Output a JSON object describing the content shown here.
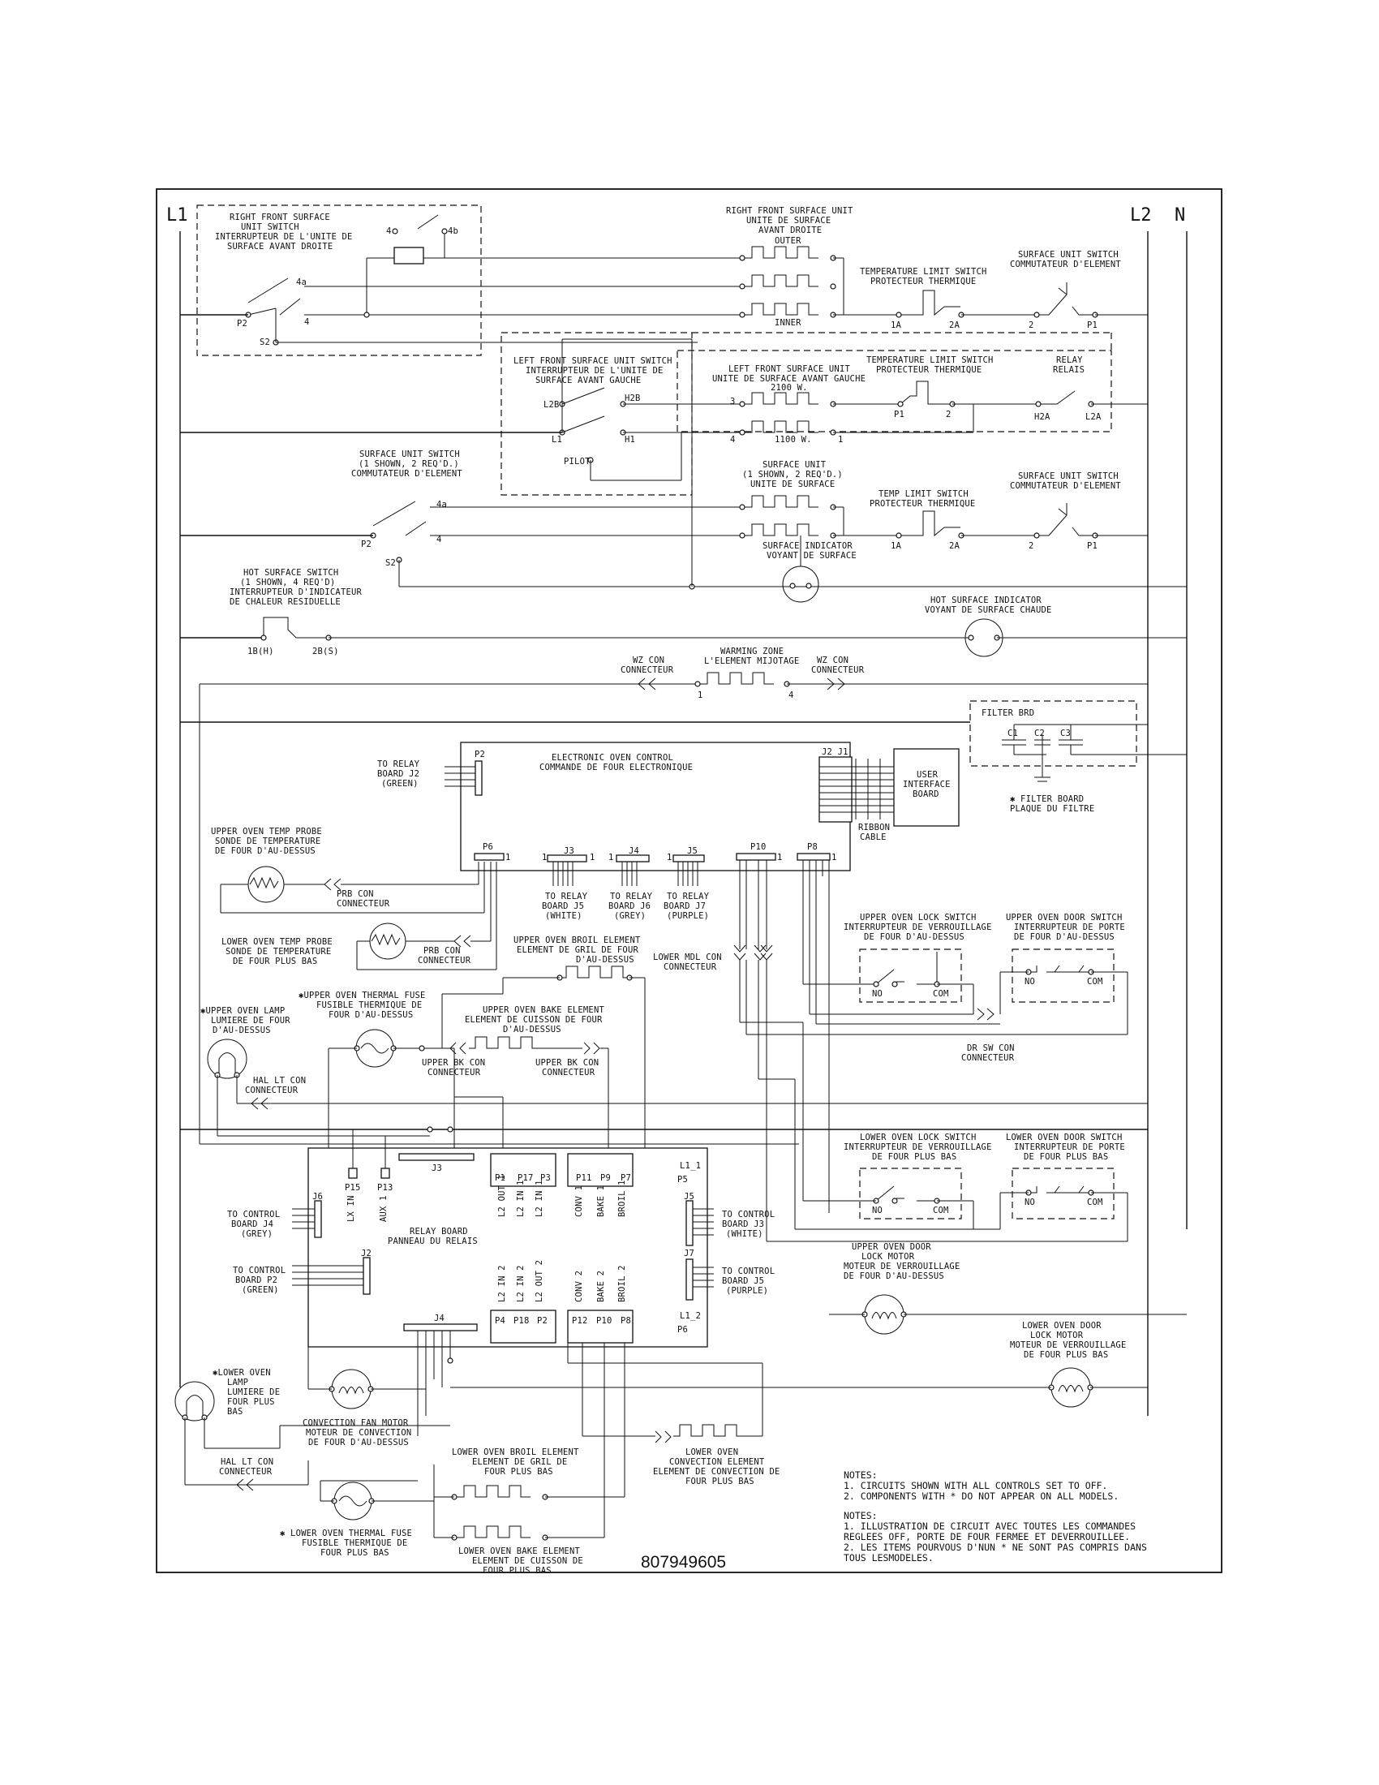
{
  "rails": {
    "l1": "L1",
    "l2": "L2",
    "n": "N"
  },
  "labels": {
    "rf_switch": [
      "RIGHT FRONT SURFACE",
      "UNIT SWITCH",
      "INTERRUPTEUR DE L'UNITE DE",
      "SURFACE AVANT DROITE"
    ],
    "rf_unit": [
      "RIGHT FRONT SURFACE UNIT",
      "UNITE DE SURFACE",
      "AVANT DROITE"
    ],
    "outer": "OUTER",
    "inner": "INNER",
    "temp_limit_1": [
      "TEMPERATURE LIMIT SWITCH",
      "PROTECTEUR THERMIQUE"
    ],
    "surf_switch_1": [
      "SURFACE UNIT SWITCH",
      "COMMUTATEUR D'ELEMENT"
    ],
    "lf_switch": [
      "LEFT FRONT SURFACE UNIT SWITCH",
      "INTERRUPTEUR DE L'UNITE DE",
      "SURFACE AVANT GAUCHE"
    ],
    "lf_unit": [
      "LEFT FRONT SURFACE UNIT",
      "UNITE DE SURFACE AVANT GAUCHE",
      "2100 W."
    ],
    "w1100": "1100 W.",
    "temp_limit_2": [
      "TEMPERATURE LIMIT SWITCH",
      "PROTECTEUR THERMIQUE"
    ],
    "relay": [
      "RELAY",
      "RELAIS"
    ],
    "surf_switch_left": [
      "SURFACE UNIT SWITCH",
      "(1 SHOWN, 2 REQ'D.)",
      "COMMUTATEUR D'ELEMENT"
    ],
    "surf_unit": [
      "SURFACE UNIT",
      "(1 SHOWN, 2 REQ'D.)",
      "UNITE DE SURFACE"
    ],
    "temp_limit_3": [
      "TEMP LIMIT SWITCH",
      "PROTECTEUR THERMIQUE"
    ],
    "surf_switch_3": [
      "SURFACE UNIT SWITCH",
      "COMMUTATEUR D'ELEMENT"
    ],
    "surf_indicator": [
      "SURFACE INDICATOR",
      "VOYANT DE SURFACE"
    ],
    "hot_switch": [
      "HOT SURFACE SWITCH",
      "(1 SHOWN, 4 REQ'D)",
      "INTERRUPTEUR D'INDICATEUR",
      "DE CHALEUR RESIDUELLE"
    ],
    "hot_indicator": [
      "HOT SURFACE INDICATOR",
      "VOYANT DE SURFACE CHAUDE"
    ],
    "warming": [
      "WARMING ZONE",
      "L'ELEMENT MIJOTAGE"
    ],
    "wz_con": [
      "WZ CON",
      "CONNECTEUR"
    ],
    "filter_brd": "FILTER BRD",
    "filter_board": [
      "FILTER BOARD",
      "PLAQUE DU FILTRE"
    ],
    "eoc": [
      "ELECTRONIC OVEN CONTROL",
      "COMMANDE DE FOUR ELECTRONIQUE"
    ],
    "to_relay_j2": [
      "TO RELAY",
      "BOARD J2",
      "(GREEN)"
    ],
    "uib": [
      "USER",
      "INTERFACE",
      "BOARD"
    ],
    "ribbon": [
      "RIBBON",
      "CABLE"
    ],
    "upper_probe": [
      "UPPER OVEN TEMP PROBE",
      "SONDE DE TEMPERATURE",
      "DE FOUR D'AU-DESSUS"
    ],
    "prb_con": [
      "PRB CON",
      "CONNECTEUR"
    ],
    "to_relay_j5": [
      "TO RELAY",
      "BOARD J5",
      "(WHITE)"
    ],
    "to_relay_j6": [
      "TO RELAY",
      "BOARD J6",
      "(GREY)"
    ],
    "to_relay_j7": [
      "TO RELAY",
      "BOARD J7",
      "(PURPLE)"
    ],
    "lower_probe": [
      "LOWER OVEN TEMP PROBE",
      "SONDE DE TEMPERATURE",
      "DE FOUR PLUS BAS"
    ],
    "upper_broil": [
      "UPPER OVEN BROIL ELEMENT",
      "ELEMENT DE GRIL DE FOUR",
      "D'AU-DESSUS"
    ],
    "lower_mdl": [
      "LOWER MDL CON",
      "CONNECTEUR"
    ],
    "upper_lock_sw": [
      "UPPER OVEN LOCK SWITCH",
      "INTERRUPTEUR DE VERROUILLAGE",
      "DE FOUR D'AU-DESSUS"
    ],
    "upper_door_sw": [
      "UPPER OVEN DOOR SWITCH",
      "INTERRUPTEUR DE PORTE",
      "DE FOUR D'AU-DESSUS"
    ],
    "upper_fuse": [
      "UPPER OVEN THERMAL FUSE",
      "FUSIBLE THERMIQUE DE",
      "FOUR D'AU-DESSUS"
    ],
    "upper_lamp": [
      "UPPER OVEN LAMP",
      "LUMIERE DE FOUR",
      "D'AU-DESSUS"
    ],
    "upper_bake": [
      "UPPER OVEN BAKE ELEMENT",
      "ELEMENT DE CUISSON DE FOUR",
      "D'AU-DESSUS"
    ],
    "upper_bk_con": [
      "UPPER BK CON",
      "CONNECTEUR"
    ],
    "hal_lt_con": [
      "HAL LT CON",
      "CONNECTEUR"
    ],
    "dr_sw_con": [
      "DR SW CON",
      "CONNECTEUR"
    ],
    "relay_board": [
      "RELAY BOARD",
      "PANNEAU DU RELAIS"
    ],
    "to_ctrl_j4": [
      "TO CONTROL",
      "BOARD J4",
      "(GREY)"
    ],
    "to_ctrl_p2": [
      "TO CONTROL",
      "BOARD P2",
      "(GREEN)"
    ],
    "to_ctrl_j3": [
      "TO CONTROL",
      "BOARD J3",
      "(WHITE)"
    ],
    "to_ctrl_j5": [
      "TO CONTROL",
      "BOARD J5",
      "(PURPLE)"
    ],
    "lower_lock_sw": [
      "LOWER OVEN LOCK SWITCH",
      "INTERRUPTEUR DE VERROUILLAGE",
      "DE FOUR PLUS BAS"
    ],
    "lower_door_sw": [
      "LOWER OVEN DOOR SWITCH",
      "INTERRUPTEUR DE PORTE",
      "DE FOUR PLUS BAS"
    ],
    "upper_motor": [
      "UPPER OVEN DOOR",
      "LOCK MOTOR",
      "MOTEUR DE VERROUILLAGE",
      "DE FOUR D'AU-DESSUS"
    ],
    "lower_motor": [
      "LOWER OVEN DOOR",
      "LOCK MOTOR",
      "MOTEUR DE VERROUILLAGE",
      "DE FOUR PLUS BAS"
    ],
    "lower_lamp": [
      "LOWER OVEN",
      "LAMP",
      "LUMIERE DE",
      "FOUR PLUS",
      "BAS"
    ],
    "conv_fan": [
      "CONVECTION FAN MOTOR",
      "MOTEUR DE CONVECTION",
      "DE FOUR D'AU-DESSUS"
    ],
    "lower_conv": [
      "LOWER OVEN",
      "CONVECTION ELEMENT",
      "ELEMENT DE CONVECTION DE",
      "FOUR PLUS BAS"
    ],
    "lower_broil": [
      "LOWER OVEN BROIL ELEMENT",
      "ELEMENT DE GRIL DE",
      "FOUR PLUS BAS"
    ],
    "lower_bake": [
      "LOWER OVEN BAKE ELEMENT",
      "ELEMENT DE CUISSON DE",
      "FOUR PLUS BAS"
    ],
    "lower_fuse": [
      "LOWER OVEN THERMAL FUSE",
      "FUSIBLE THERMIQUE DE",
      "FOUR PLUS BAS"
    ]
  },
  "notes_en": [
    "NOTES:",
    "1.   CIRCUITS SHOWN WITH ALL CONTROLS SET TO OFF.",
    "2.   COMPONENTS WITH * DO NOT APPEAR ON ALL MODELS."
  ],
  "notes_fr": [
    "NOTES:",
    "1.   ILLUSTRATION DE CIRCUIT AVEC TOUTES LES COMMANDES",
    "      REGLEES OFF, PORTE DE FOUR FERMEE ET DEVERROUILLEE.",
    "2.   LES ITEMS POURVOUS D'NUN * NE SONT PAS COMPRIS DANS",
    "      TOUS LESMODELES."
  ],
  "doc_number": "807949605"
}
